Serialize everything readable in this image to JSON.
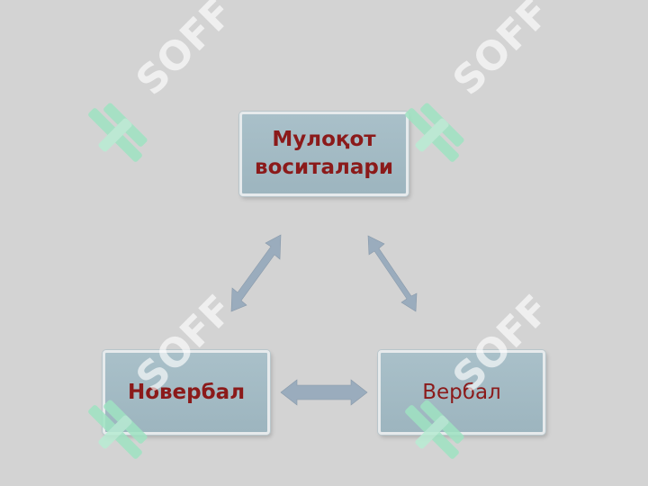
{
  "diagram": {
    "top_node": {
      "label": "Мулоқот\nвоситалари"
    },
    "left_node": {
      "label": "Новербал"
    },
    "right_node": {
      "label": "Вербал"
    }
  },
  "watermark": {
    "text": "SOFF"
  },
  "colors": {
    "background": "#d3d3d3",
    "box_fill": "#a4bcc6",
    "box_border": "#e6eaec",
    "label_text": "#8b1a1a",
    "arrow_fill": "#9aacbd",
    "watermark": "#ffffff",
    "watermark_mark": "#9fe3c2"
  }
}
